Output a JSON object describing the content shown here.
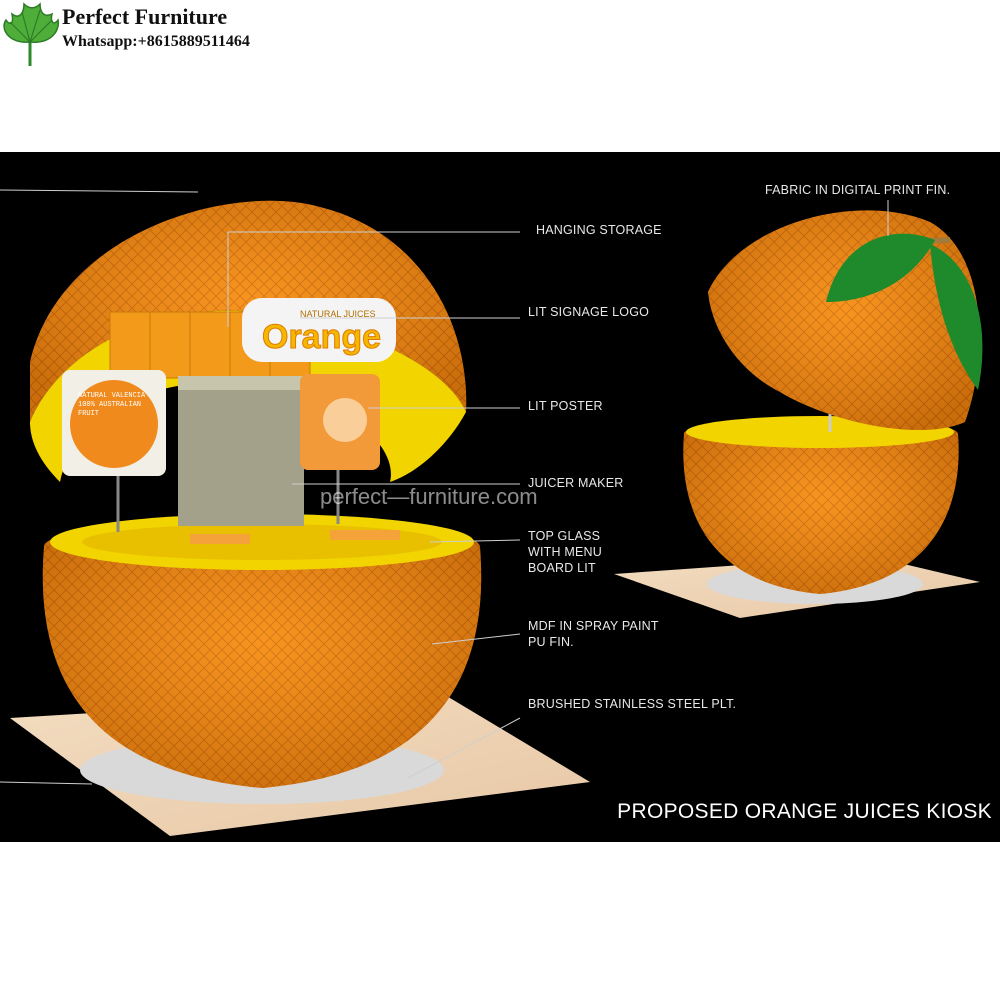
{
  "header": {
    "brand_name": "Perfect Furniture",
    "contact": "Whatsapp:+8615889511464",
    "logo_icon": "green-leaf-icon"
  },
  "scene": {
    "background": "#000000",
    "title": "PROPOSED ORANGE JUICES KIOSK",
    "watermark": "perfect—furniture.com",
    "signage_main": "Orange",
    "signage_sub": "NATURAL JUICES",
    "poster_left": "NATURAL VALENCIA 100% AUSTRALIAN FRUIT",
    "accent_orange": "#f58a12",
    "accent_yellow": "#f2d400",
    "leaf_green": "#1f8a2b"
  },
  "callouts": {
    "hanging_storage": "HANGING STORAGE",
    "lit_signage": "LIT SIGNAGE LOGO",
    "lit_poster": "LIT POSTER",
    "juicer": "JUICER MAKER",
    "top_glass": "TOP GLASS\nWITH MENU\nBOARD LIT",
    "mdf": "MDF IN SPRAY PAINT\nPU FIN.",
    "steel": "BRUSHED STAINLESS STEEL PLT.",
    "fabric": "FABRIC IN DIGITAL PRINT FIN."
  }
}
